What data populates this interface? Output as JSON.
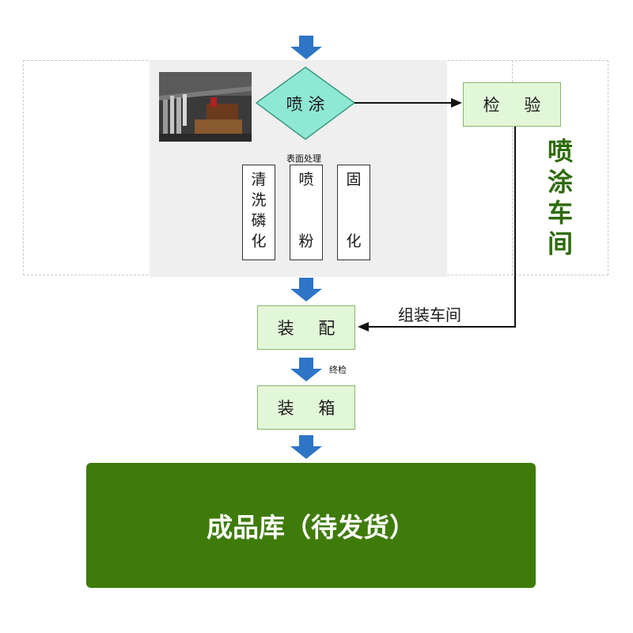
{
  "diamond_label": "喷 涂",
  "inspect_label": "检 验",
  "surface_treatment_label": "表面处理",
  "process_boxes": [
    {
      "chars": [
        "清",
        "洗",
        "磷",
        "化"
      ]
    },
    {
      "chars": [
        "喷",
        "",
        "",
        "粉"
      ]
    },
    {
      "chars": [
        "固",
        "",
        "",
        "化"
      ]
    }
  ],
  "spray_workshop_chars": [
    "喷",
    "涂",
    "车",
    "间"
  ],
  "assembly_workshop_label": "组装车间",
  "assemble_label": "装 配",
  "final_check_label": "终检",
  "packing_label": "装 箱",
  "warehouse_label": "成品库（待发货）",
  "colors": {
    "arrow_blue": "#2e75c6",
    "diamond_fill": "#8fe8d4",
    "box_green_fill": "#e2f7d8",
    "workshop_text": "#2d6a0a",
    "warehouse_fill": "#3f7b0a"
  },
  "photo_icon": "factory-photo"
}
